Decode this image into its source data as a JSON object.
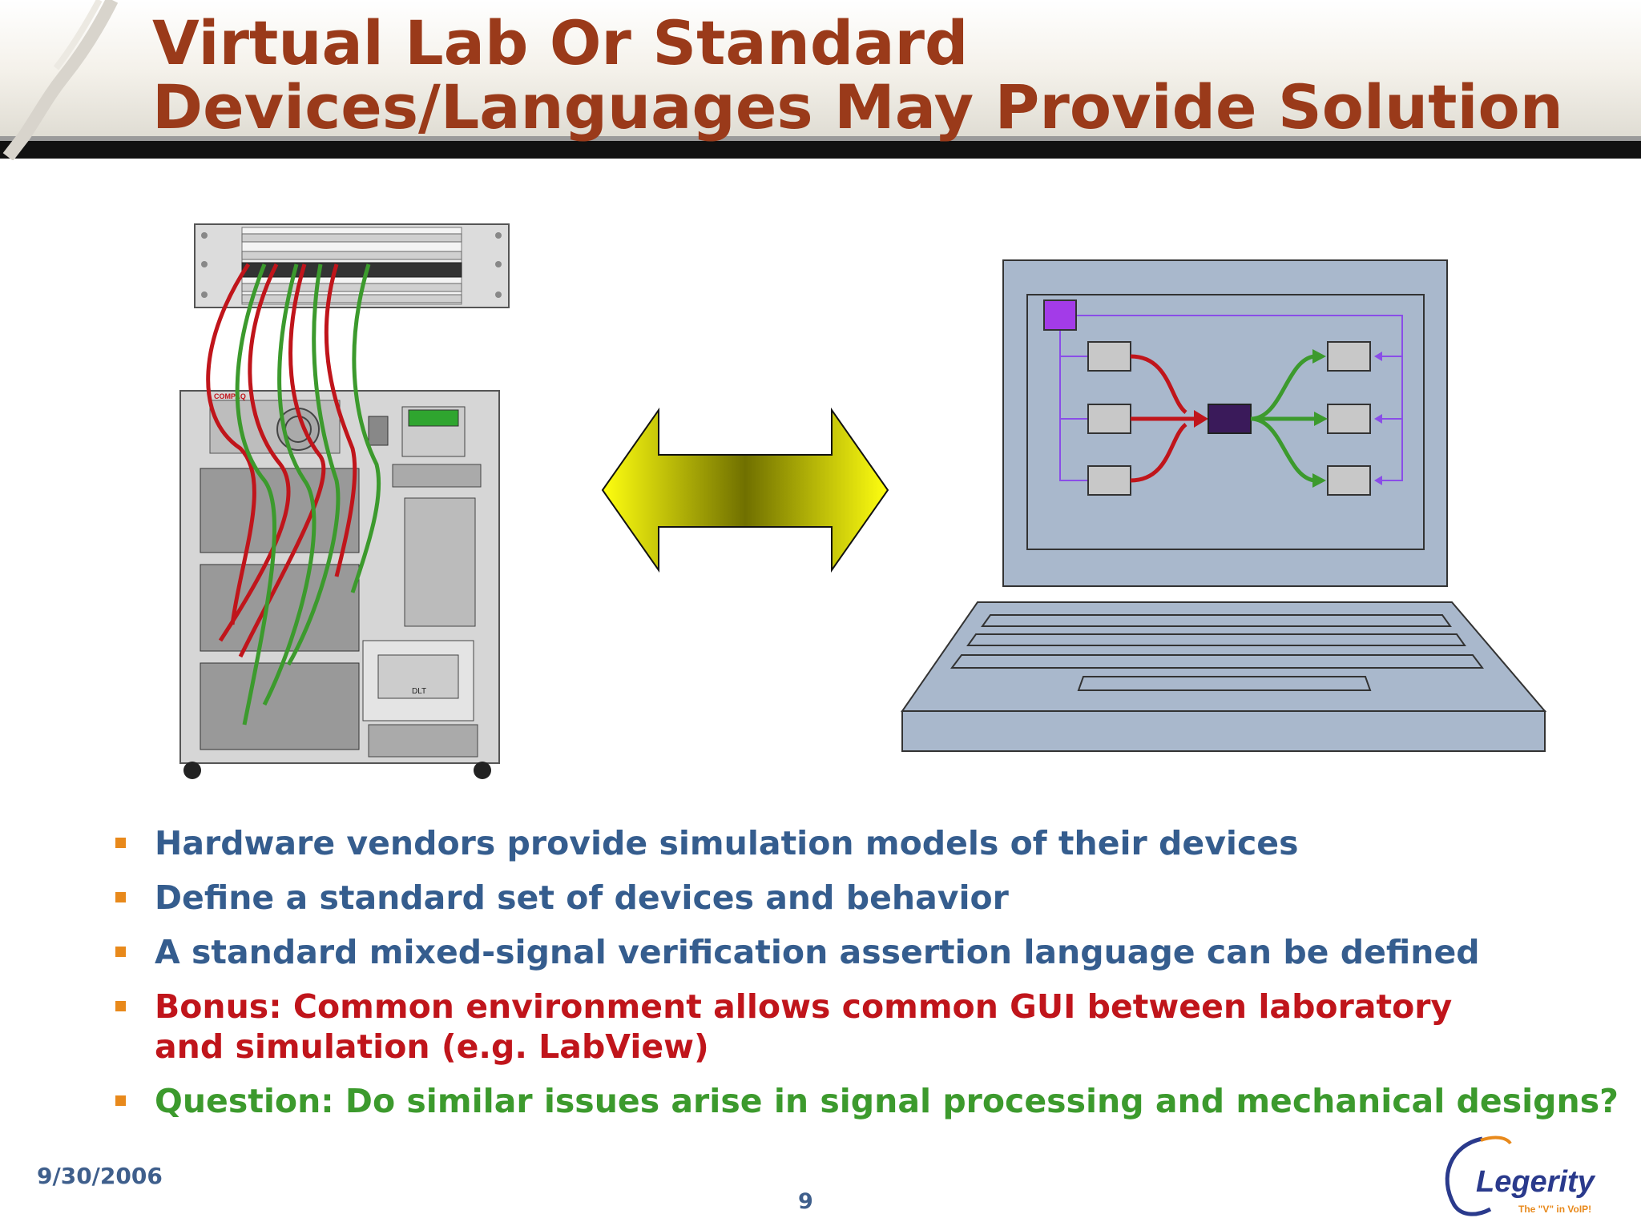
{
  "slide": {
    "title": "Virtual Lab Or Standard Devices/Languages May Provide Solution",
    "bullets": [
      {
        "text": "Hardware vendors provide simulation models of their devices",
        "color": "#355d8e"
      },
      {
        "text": "Define a standard set of devices and behavior",
        "color": "#355d8e"
      },
      {
        "text": "A standard mixed-signal verification assertion language can be defined",
        "color": "#355d8e"
      },
      {
        "text": "Bonus: Common environment allows common GUI between laboratory and simulation (e.g. LabView)",
        "color": "#c0151b"
      },
      {
        "text": "Question: Do similar issues arise in signal processing and mechanical designs?",
        "color": "#3c9a2d"
      }
    ],
    "bullet_color": "#e8891b",
    "title_color": "#9a3a1a"
  },
  "rack": {
    "brand": "COMPAQ",
    "drive_label": "DLT"
  },
  "footer": {
    "date": "9/30/2006",
    "page": "9"
  },
  "logo": {
    "name": "Legerity",
    "tagline": "The \"V\" in VoIP!"
  },
  "icons": [
    "double-arrow-icon",
    "laptop-icon",
    "server-rack-icon",
    "patch-panel-icon"
  ]
}
